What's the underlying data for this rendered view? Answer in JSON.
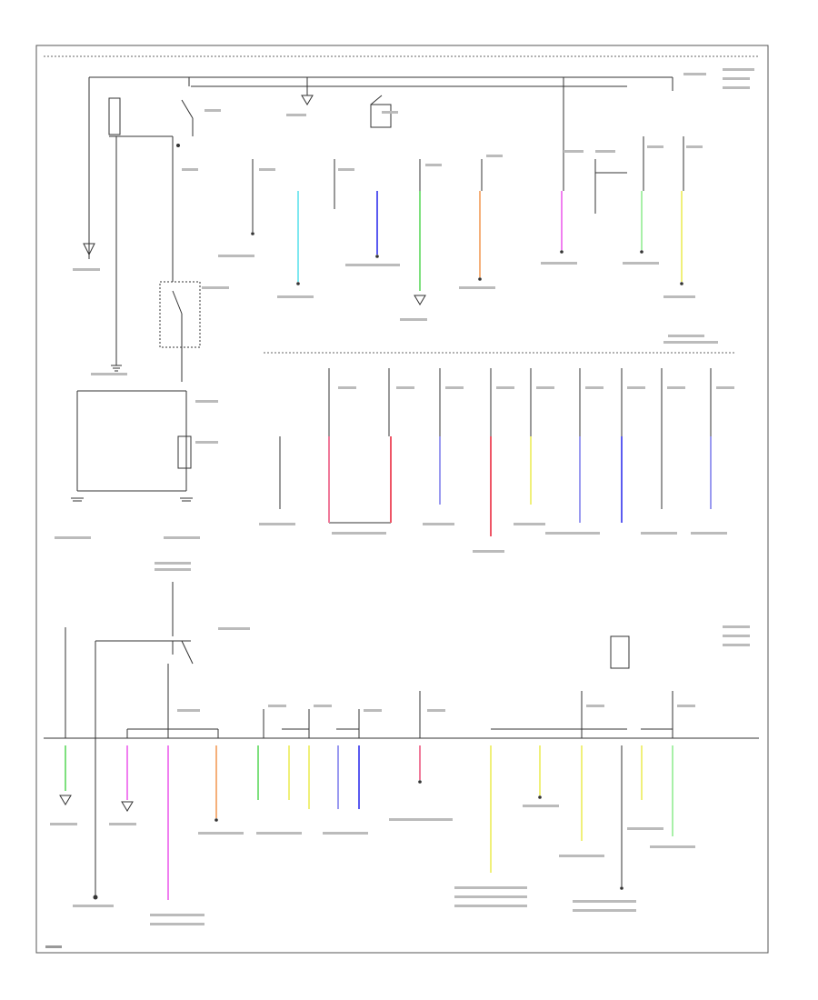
{
  "diagram": {
    "title": "",
    "labels_legible": false,
    "page_number": ""
  },
  "colors": {
    "frame": "#555555",
    "wire": "#333333",
    "thin_wire": "#888888",
    "cyan": "#7fe8f0",
    "blue": "#5b5bf0",
    "green": "#7ee07e",
    "orange": "#f5b07a",
    "magenta": "#f07ff0",
    "yellow": "#f0f07a",
    "pink": "#f07a9a",
    "red": "#ee5566",
    "lavender": "#9a9af0",
    "light_green": "#a8f0a8"
  },
  "wire_groups": {
    "top_upper": [
      "cyan",
      "blue",
      "green",
      "orange",
      "magenta",
      "light_green",
      "yellow"
    ],
    "middle": [
      "pink",
      "red",
      "lavender",
      "red",
      "yellow",
      "lavender",
      "blue",
      "lavender"
    ],
    "bottom": [
      "green",
      "magenta",
      "magenta",
      "orange",
      "green",
      "yellow",
      "yellow",
      "blue",
      "blue",
      "pink",
      "yellow",
      "yellow",
      "yellow",
      "yellow",
      "light_green"
    ]
  }
}
